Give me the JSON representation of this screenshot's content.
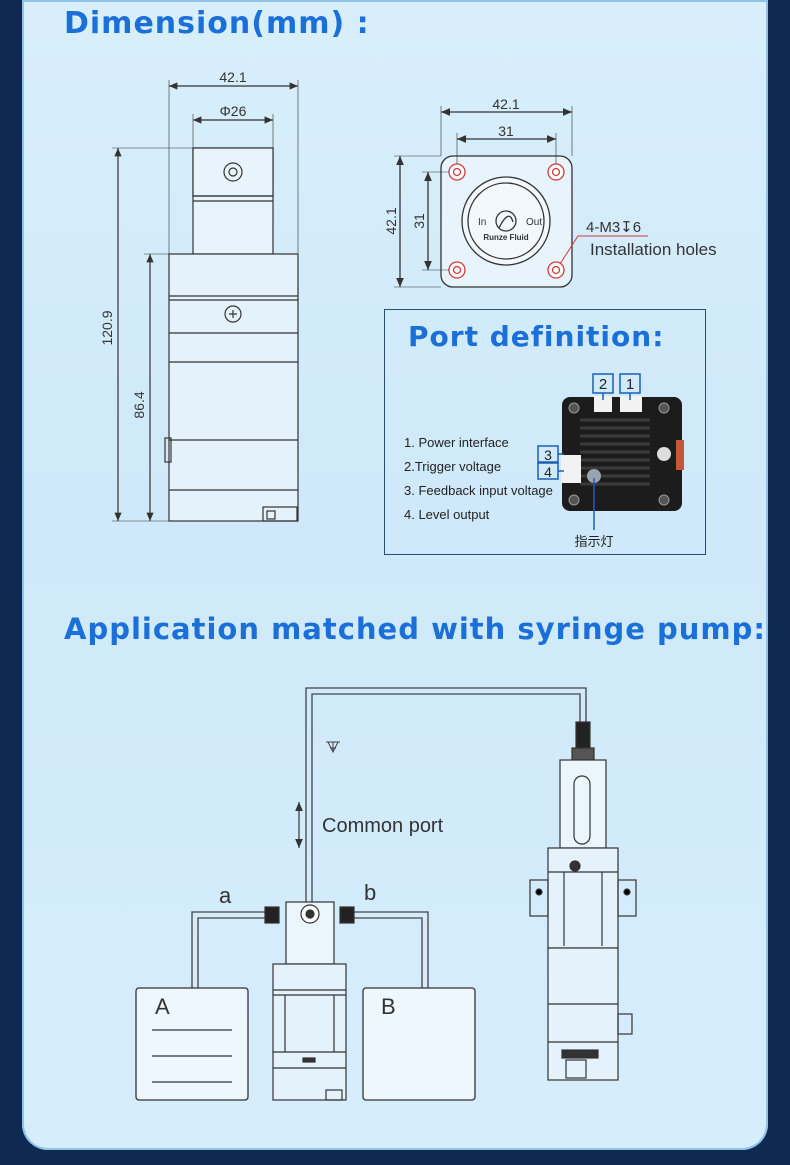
{
  "headings": {
    "dimension": "Dimension(mm) :",
    "port_definition": "Port definition:",
    "application": "Application matched with syringe pump:"
  },
  "front_view": {
    "width_label": "42.1",
    "diameter_label": "Φ26",
    "total_height_label": "120.9",
    "body_height_label": "86.4"
  },
  "top_view": {
    "outer_width_label": "42.1",
    "hole_spacing_label": "31",
    "outer_height_label": "42.1",
    "hole_spacing_v_label": "31",
    "port_in": "In",
    "port_out": "Out",
    "brand": "Runze Fluid",
    "hole_spec": "4-M3↧6",
    "hole_caption": "Installation holes"
  },
  "port_definition": {
    "items": [
      "1. Power interface",
      "2.Trigger voltage",
      "3. Feedback input voltage",
      "4. Level output"
    ],
    "pin_labels": [
      "2",
      "1",
      "3",
      "4"
    ],
    "indicator_label": "指示灯"
  },
  "application": {
    "common_port": "Common port",
    "port_a": "a",
    "port_b": "b",
    "container_a": "A",
    "container_b": "B"
  },
  "colors": {
    "heading": "#1a6fd8",
    "line": "#333333",
    "highlight": "#d23a3a",
    "background": "#d4ecfb"
  }
}
